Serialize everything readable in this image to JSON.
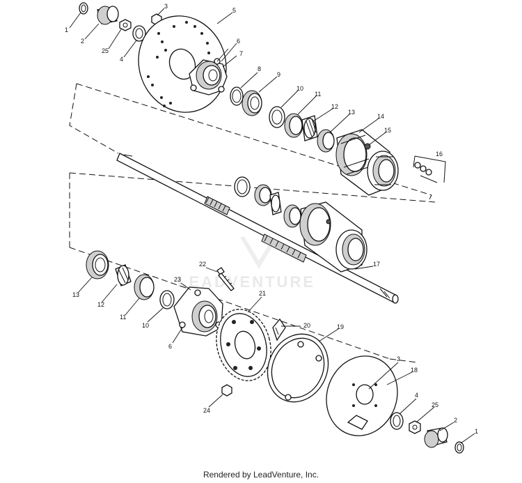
{
  "watermark": "LEADVENTURE",
  "footer": "Rendered by LeadVenture, Inc.",
  "callouts": [
    "1",
    "2",
    "25",
    "4",
    "3",
    "5",
    "6",
    "7",
    "8",
    "9",
    "10",
    "11",
    "12",
    "13",
    "14",
    "15",
    "16",
    "17",
    "13",
    "12",
    "11",
    "10",
    "22",
    "23",
    "6",
    "21",
    "20",
    "19",
    "24",
    "3",
    "18",
    "4",
    "25",
    "2",
    "1"
  ]
}
